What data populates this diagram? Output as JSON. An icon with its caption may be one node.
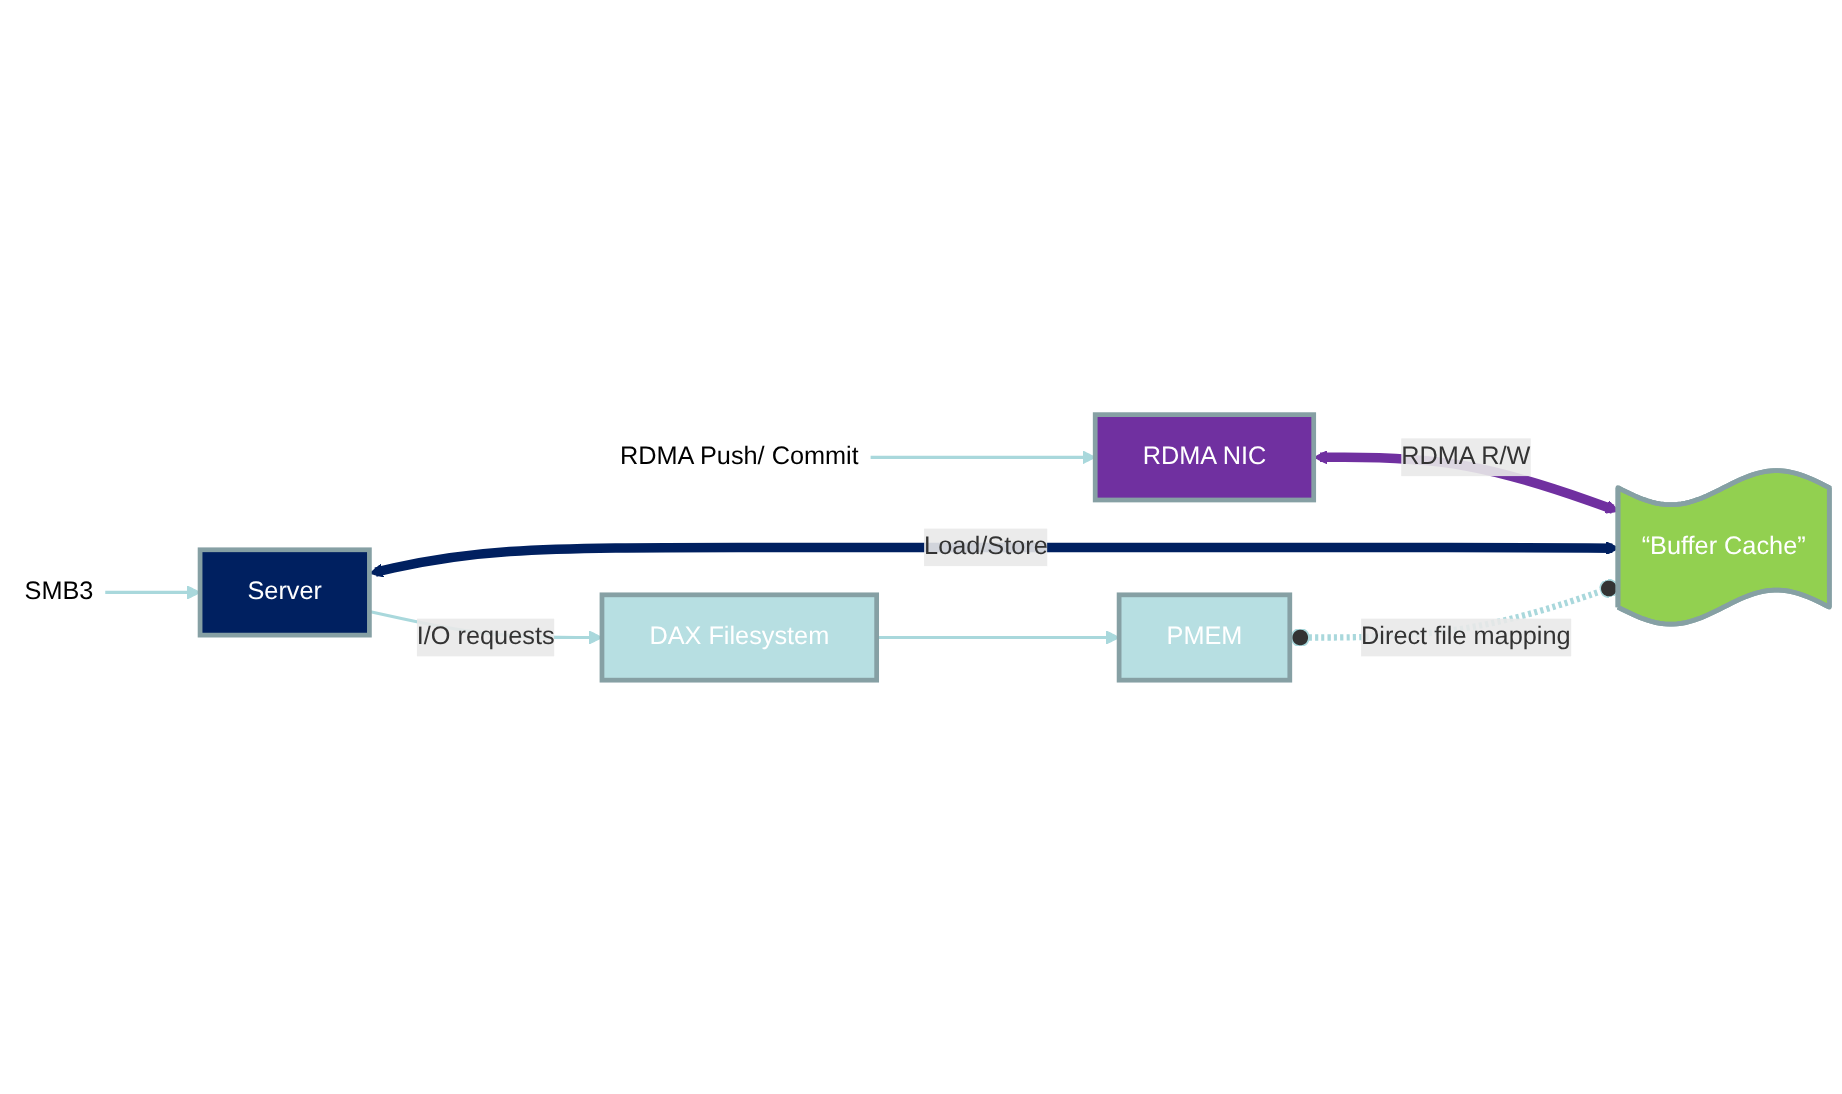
{
  "diagram": {
    "nodes": [
      {
        "text": [
          "RDMA Push/ Commit"
        ]
      },
      {
        "text": [
          "RDMA NIC"
        ]
      },
      {
        "text": [
          "SMB3"
        ]
      },
      {
        "text": [
          "Server"
        ]
      },
      {
        "text": [
          "“Buffer Cache”"
        ]
      },
      {
        "text": [
          "DAX Filesystem"
        ]
      },
      {
        "text": [
          "PMEM"
        ]
      }
    ],
    "edges": [
      {
        "from": 0,
        "to": 1,
        "arrow": "to"
      },
      {
        "from": 2,
        "to": 3,
        "arrow": "to"
      },
      {
        "from": 1,
        "to": 4,
        "arrow": "both",
        "label": "RDMA R/W",
        "style": "thick",
        "color": "#7030a0"
      },
      {
        "from": 3,
        "to": 4,
        "arrow": "both",
        "label": "Load/Store",
        "style": "thick",
        "color": "#002060"
      },
      {
        "from": 3,
        "to": 5,
        "arrow": "to",
        "label": "I/O requests"
      },
      {
        "from": 5,
        "to": 6,
        "arrow": "to"
      },
      {
        "from": 6,
        "to": 4,
        "arrow": "other",
        "label": "Direct file mapping",
        "style": "dashed"
      }
    ]
  }
}
